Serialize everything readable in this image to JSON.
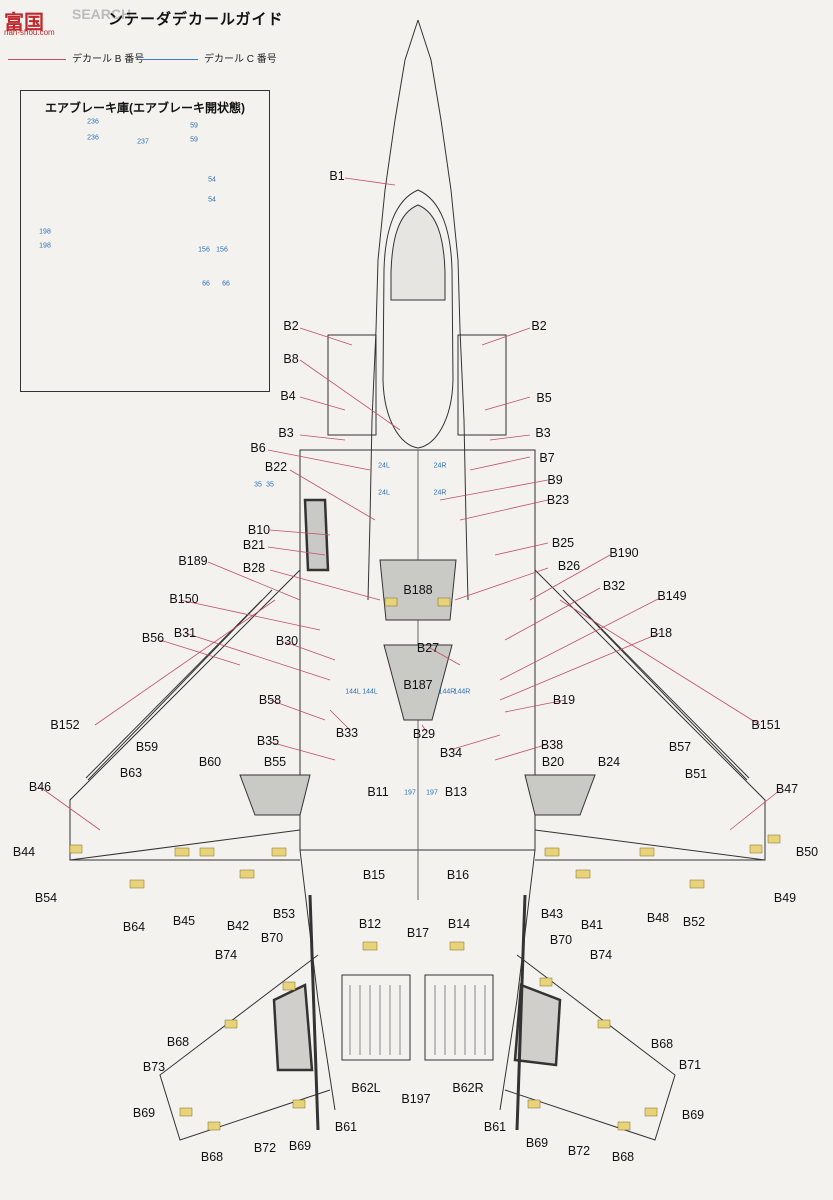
{
  "header": {
    "logo": "富国",
    "logo_sub": "nan-shou.com",
    "brand": "SEARCH",
    "title": "ンテーダデカールガイド"
  },
  "legend": [
    {
      "label": "デカール B 番号",
      "color": "#c44d6b"
    },
    {
      "label": "デカール C 番号",
      "color": "#3b7cc4"
    }
  ],
  "inset": {
    "title": "エアブレーキ庫(エアブレーキ開状態)",
    "numbers": [
      "236",
      "236",
      "237",
      "59",
      "59",
      "54",
      "54",
      "198",
      "198",
      "156",
      "156",
      "66",
      "66"
    ]
  },
  "decal_labels": [
    "B1",
    "B2",
    "B2",
    "B8",
    "B4",
    "B5",
    "B3",
    "B3",
    "B6",
    "B7",
    "B22",
    "B9",
    "B23",
    "B10",
    "B21",
    "B25",
    "B189",
    "B28",
    "B188",
    "B26",
    "B190",
    "B32",
    "B150",
    "B149",
    "B18",
    "B56",
    "B31",
    "B30",
    "B27",
    "B187",
    "B58",
    "B19",
    "B33",
    "B29",
    "B152",
    "B151",
    "B35",
    "B34",
    "B38",
    "B59",
    "B57",
    "B63",
    "B60",
    "B55",
    "B20",
    "B24",
    "B51",
    "B46",
    "B11",
    "B13",
    "B47",
    "B44",
    "B50",
    "B15",
    "B16",
    "B54",
    "B49",
    "B64",
    "B45",
    "B42",
    "B53",
    "B12",
    "B17",
    "B14",
    "B43",
    "B41",
    "B48",
    "B52",
    "B70",
    "B70",
    "B74",
    "B74",
    "B68",
    "B68",
    "B73",
    "B71",
    "B62L",
    "B62R",
    "B197",
    "B69",
    "B69",
    "B61",
    "B61",
    "B72",
    "B72",
    "B69",
    "B69",
    "B68",
    "B68"
  ],
  "blue_labels": [
    "35",
    "35",
    "24L",
    "24R",
    "24L",
    "24R",
    "144L",
    "144L",
    "144R",
    "144R",
    "197",
    "197"
  ],
  "colors": {
    "decal_b": "#c44d6b",
    "decal_c": "#3b7cc4",
    "panel": "#c9c9c6",
    "marker": "#e8d37a"
  }
}
